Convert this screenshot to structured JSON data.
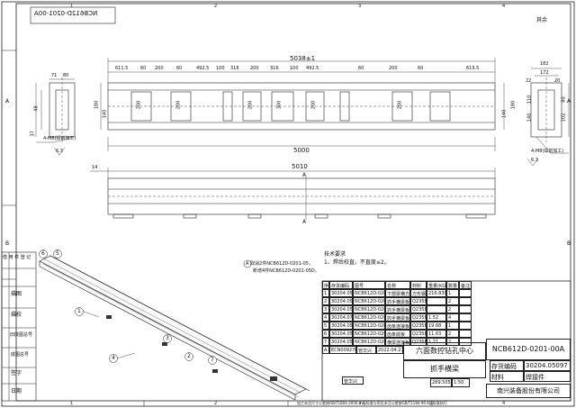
{
  "drawing_number_mirrored": "NCB612D-0201-00A",
  "surface_finish_note": "其余",
  "top_view": {
    "overall_length": "5038±1",
    "segment_dims": [
      "611.5",
      "60",
      "200",
      "60",
      "492.5",
      "100",
      "316",
      "200",
      "316",
      "100",
      "492.5",
      "60",
      "200",
      "60",
      "619.5"
    ],
    "height_dims": [
      "180",
      "140",
      "200",
      "200",
      "200",
      "300",
      "200",
      "200",
      "140",
      "180"
    ],
    "left_dims": [
      "71",
      "80",
      "37",
      "48"
    ],
    "bottom_length": "5000",
    "thread_note_left": "4-M8(焊前加工)",
    "thread_note_right": "4-M8(焊前加工)",
    "roughness": "6.3",
    "right_dims": [
      "182",
      "172",
      "22",
      "20",
      "110",
      "80",
      "140",
      "102"
    ]
  },
  "front_view": {
    "length": "5010",
    "left_dim": "14",
    "section_mark": "A"
  },
  "tech_req": {
    "title": "技术要求",
    "item1": "1、焊后校直，不直度≤2。"
  },
  "note": {
    "line1": "A  取消2件NCB612D-0201-05，",
    "line2": "新增4件NCB612D-0201-05D。"
  },
  "side_labels": [
    "借 用 件 登 记",
    "描图",
    "描校",
    "旧底图总号",
    "底图总号",
    "签字",
    "日期"
  ],
  "column_letters": [
    "A",
    "B"
  ],
  "row_numbers": [
    "1",
    "2",
    "3",
    "4"
  ],
  "bom": {
    "headers": [
      "序号",
      "存货编码",
      "图号",
      "名称",
      "材料",
      "重量(KG)",
      "数量",
      "备注"
    ],
    "rows": [
      [
        "1",
        "30204.05101",
        "NCB612D-0201-01",
        "下部梁横方管",
        "方形钢管",
        "216.839",
        "1",
        ""
      ],
      [
        "2",
        "30204.05105",
        "NCB612D-0201-03",
        "抓手横梁板",
        "Q235B",
        "",
        "2",
        ""
      ],
      [
        "3",
        "30204.05106",
        "NCB612D-0201-04",
        "抓手横梁板",
        "Q235B",
        "",
        "2",
        ""
      ],
      [
        "4",
        "30204.07726",
        "NCB612D-0201-05D",
        "抓手横梁板",
        "Q235B",
        "1.52",
        "4",
        ""
      ],
      [
        "5",
        "30204.05114",
        "NCB612D-0201-06",
        "齿条连接板",
        "Q235B",
        "19.68",
        "1",
        ""
      ],
      [
        "6",
        "30204.05116",
        "NCB612D-0201-07",
        "齿条底板",
        "Q235B",
        "11.63",
        "2",
        ""
      ],
      [
        "7",
        "30204.05117",
        "NCB612D-0201-08",
        "横梁连接板",
        "Q235B",
        "1.21",
        "2",
        ""
      ]
    ]
  },
  "title_block": {
    "project": "六面数控钻孔中心",
    "part_name": "抓手横梁",
    "drawing_no": "NCB612D-0201-00A",
    "inventory_label": "存货编码",
    "inventory_code": "30204.05097",
    "material_label": "材料",
    "material_value": "焊接件",
    "weight": "289.505",
    "scale": "1:50",
    "company": "南兴装备股份有限公司",
    "designer": "管华兴",
    "change_no": "ECN009270",
    "change_author": "管华兴",
    "change_date": "2022.04.21",
    "revision_mark": "A",
    "footer": "加工未注尺寸公差按GB/T1804-2000 m级标准与形位未注公差按GB/T1184-96 K级标准执行"
  },
  "balloons": [
    "6",
    "5",
    "1",
    "4",
    "3",
    "2",
    "7"
  ]
}
